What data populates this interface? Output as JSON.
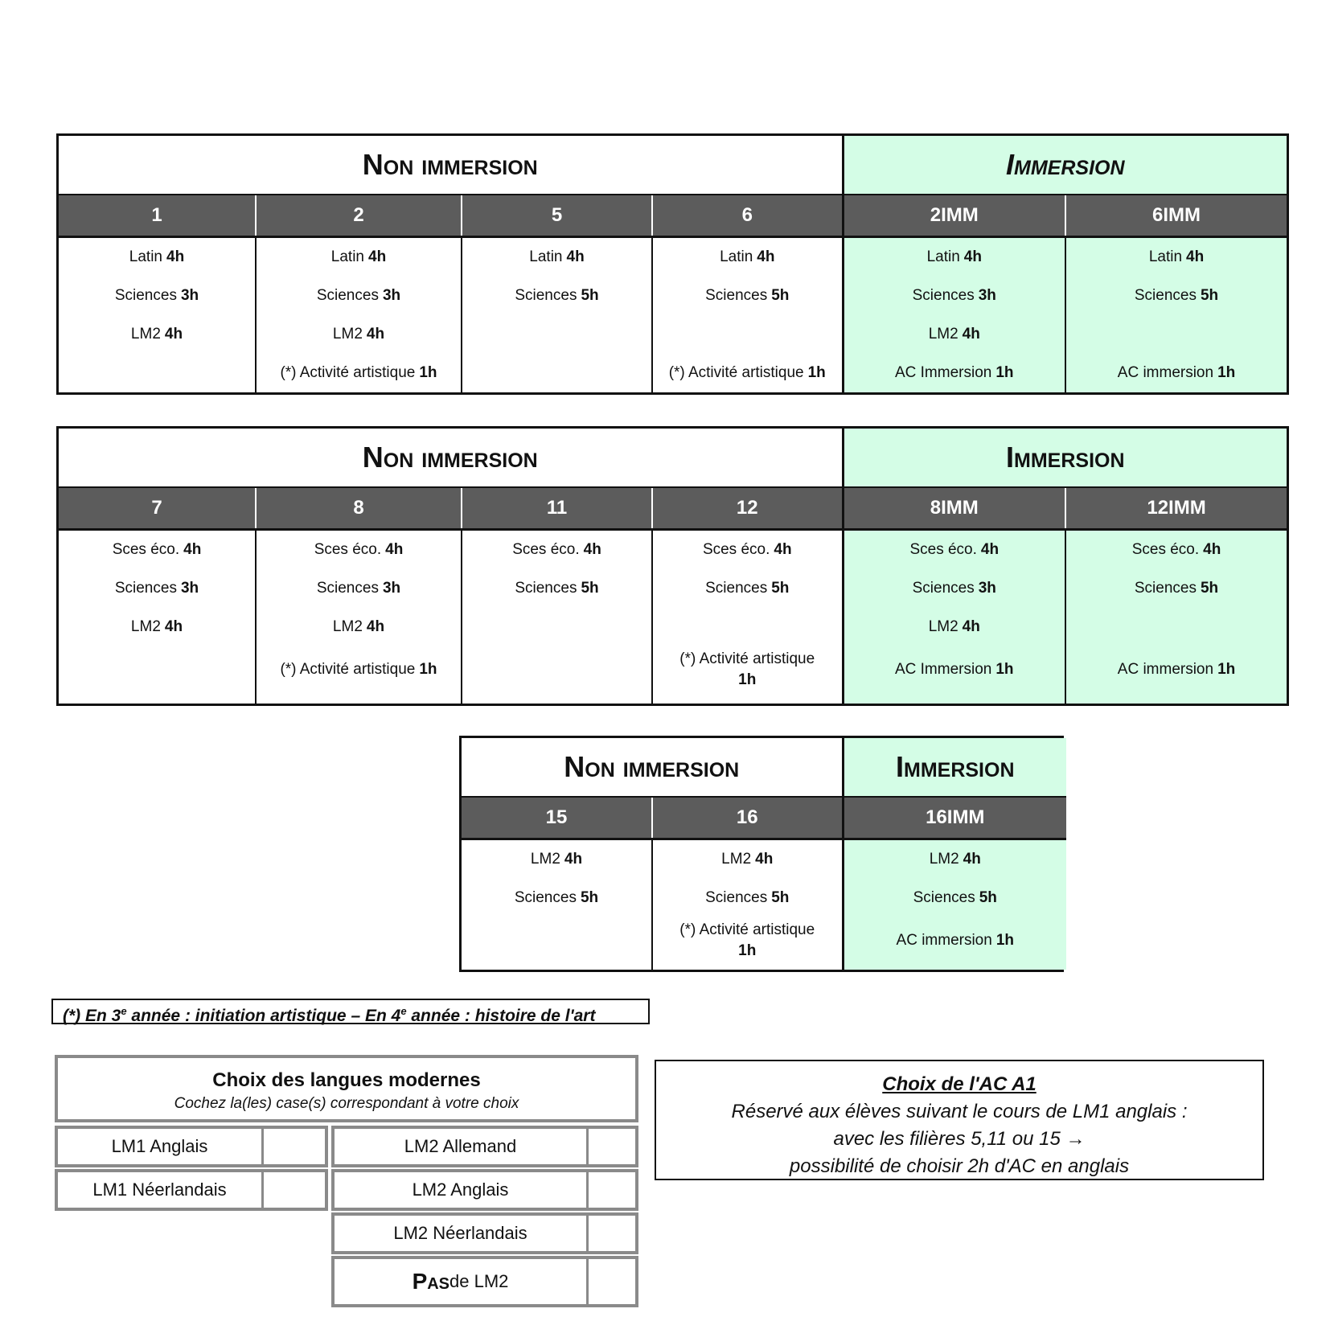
{
  "labels": {
    "non_immersion": "Non immersion",
    "immersion": "Immersion"
  },
  "table1": {
    "headers": [
      "1",
      "2",
      "5",
      "6",
      "2IMM",
      "6IMM"
    ],
    "cells": [
      [
        [
          "Latin",
          "4h"
        ],
        [
          "Sciences",
          "3h"
        ],
        [
          "LM2",
          "4h"
        ],
        [
          "",
          ""
        ]
      ],
      [
        [
          "Latin",
          "4h"
        ],
        [
          "Sciences",
          "3h"
        ],
        [
          "LM2",
          "4h"
        ],
        [
          "(*) Activité artistique",
          "1h"
        ]
      ],
      [
        [
          "Latin",
          "4h"
        ],
        [
          "Sciences",
          "5h"
        ],
        [
          "",
          ""
        ],
        [
          "",
          ""
        ]
      ],
      [
        [
          "Latin",
          "4h"
        ],
        [
          "Sciences",
          "5h"
        ],
        [
          "",
          ""
        ],
        [
          "(*) Activité artistique",
          "1h"
        ]
      ],
      [
        [
          "Latin",
          "4h"
        ],
        [
          "Sciences",
          "3h"
        ],
        [
          "LM2",
          "4h"
        ],
        [
          "AC Immersion",
          "1h"
        ]
      ],
      [
        [
          "Latin",
          "4h"
        ],
        [
          "Sciences",
          "5h"
        ],
        [
          "",
          ""
        ],
        [
          "AC immersion",
          "1h"
        ]
      ]
    ]
  },
  "table2": {
    "headers": [
      "7",
      "8",
      "11",
      "12",
      "8IMM",
      "12IMM"
    ],
    "cells": [
      [
        [
          "Sces éco.",
          "4h"
        ],
        [
          "Sciences",
          "3h"
        ],
        [
          "LM2",
          "4h"
        ],
        [
          "",
          ""
        ]
      ],
      [
        [
          "Sces éco.",
          "4h"
        ],
        [
          "Sciences",
          "3h"
        ],
        [
          "LM2",
          "4h"
        ],
        [
          "(*) Activité artistique",
          "1h"
        ]
      ],
      [
        [
          "Sces éco.",
          "4h"
        ],
        [
          "Sciences",
          "5h"
        ],
        [
          "",
          ""
        ],
        [
          "",
          ""
        ]
      ],
      [
        [
          "Sces éco.",
          "4h"
        ],
        [
          "Sciences",
          "5h"
        ],
        [
          "",
          ""
        ],
        [
          "(*) Activité artistique",
          "1h"
        ]
      ],
      [
        [
          "Sces éco.",
          "4h"
        ],
        [
          "Sciences",
          "3h"
        ],
        [
          "LM2",
          "4h"
        ],
        [
          "AC Immersion",
          "1h"
        ]
      ],
      [
        [
          "Sces éco.",
          "4h"
        ],
        [
          "Sciences",
          "5h"
        ],
        [
          "",
          ""
        ],
        [
          "AC immersion",
          "1h"
        ]
      ]
    ]
  },
  "table3": {
    "headers": [
      "15",
      "16",
      "16IMM"
    ],
    "cells": [
      [
        [
          "LM2",
          "4h"
        ],
        [
          "Sciences",
          "5h"
        ],
        [
          "",
          ""
        ]
      ],
      [
        [
          "LM2",
          "4h"
        ],
        [
          "Sciences",
          "5h"
        ],
        [
          "(*) Activité artistique",
          "1h"
        ]
      ],
      [
        [
          "LM2",
          "4h"
        ],
        [
          "Sciences",
          "5h"
        ],
        [
          "AC immersion",
          "1h"
        ]
      ]
    ]
  },
  "footnote": {
    "p1": "(*) En 3",
    "sup1": "e",
    "p2": " année : initiation artistique – En 4",
    "sup2": "e",
    "p3": " année : histoire de l'art"
  },
  "languages": {
    "title": "Choix des langues modernes",
    "subtitle": "Cochez la(les) case(s) correspondant à votre choix",
    "lm1": [
      "LM1 Anglais",
      "LM1 Néerlandais"
    ],
    "lm2": [
      "LM2 Allemand",
      "LM2 Anglais",
      "LM2 Néerlandais"
    ],
    "none_strong": "Pas",
    "none_rest": " de LM2"
  },
  "ac": {
    "title": "Choix de l'AC A1",
    "line1": "Réservé aux élèves suivant le cours de LM1 anglais :",
    "line2": "avec les filières 5,11 ou 15 →",
    "line3": "possibilité de choisir 2h d'AC en anglais"
  }
}
